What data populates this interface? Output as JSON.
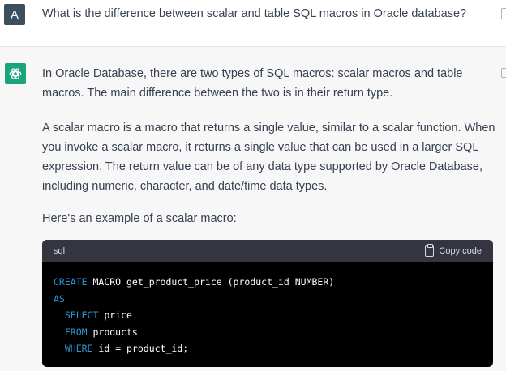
{
  "user_message": {
    "avatar_letter": "A",
    "text": "What is the difference between scalar and table SQL macros in Oracle database?"
  },
  "assistant_message": {
    "paragraphs": [
      "In Oracle Database, there are two types of SQL macros: scalar macros and table macros. The main difference between the two is in their return type.",
      "A scalar macro is a macro that returns a single value, similar to a scalar function. When you invoke a scalar macro, it returns a single value that can be used in a larger SQL expression. The return value can be of any data type supported by Oracle Database, including numeric, character, and date/time data types.",
      "Here's an example of a scalar macro:"
    ],
    "code_block": {
      "language": "sql",
      "copy_label": "Copy code",
      "lines": [
        {
          "kw": "CREATE",
          "rest": " MACRO get_product_price (product_id NUMBER)"
        },
        {
          "kw": "AS",
          "rest": ""
        },
        {
          "kw": "  SELECT",
          "rest": " price"
        },
        {
          "kw": "  FROM",
          "rest": " products"
        },
        {
          "kw": "  WHERE",
          "rest": " id = product_id;"
        }
      ]
    }
  },
  "colors": {
    "user_avatar_bg": "#3c4f5c",
    "ai_avatar_bg": "#19a37f",
    "code_keyword": "#2e95d3",
    "code_header_bg": "#343541",
    "code_bg": "#000000"
  }
}
